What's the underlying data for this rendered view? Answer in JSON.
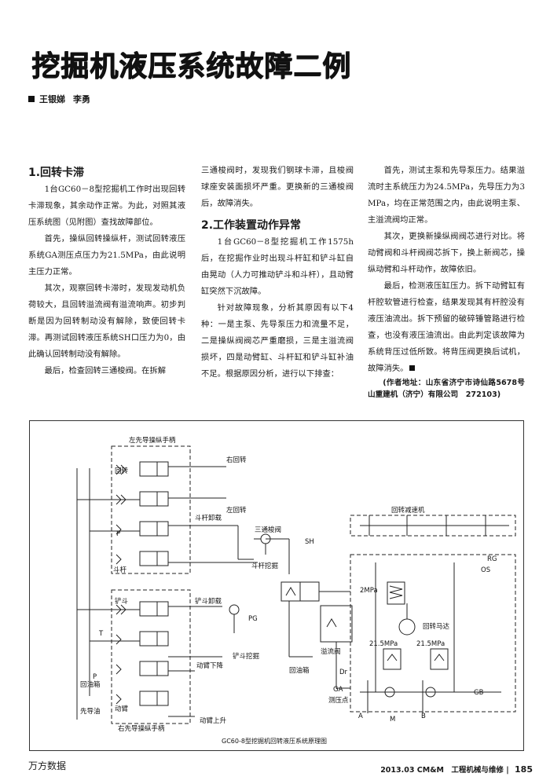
{
  "title": "挖掘机液压系统故障二例",
  "authors": [
    "王银娣",
    "李勇"
  ],
  "col1": {
    "heading": "1.回转卡滞",
    "p1": "1台GC60－8型挖掘机工作时出现回转卡滞现象，其余动作正常。为此，对照其液压系统图（见附图）查找故障部位。",
    "p2": "首先，操纵回转操纵杆，测试回转液压系统GA测压点压力为21.5MPa，由此说明主压力正常。",
    "p3": "其次，观察回转卡滞时，发现发动机负荷较大，且回转溢流阀有溢流响声。初步判断是因为回转制动没有解除，致使回转卡滞。再测试回转液压系统SH口压力为0，由此确认回转制动没有解除。",
    "p4": "最后，检查回转三通梭阀。在拆解"
  },
  "col2": {
    "p1": "三通梭阀时，发现我们钢球卡滞，且梭阀球座安装面损坏严重。更换新的三通梭阀后，故障消失。",
    "heading": "2.工作装置动作异常",
    "p2": "1台GC60－8型挖掘机工作1575h后，在挖掘作业时出现斗杆缸和铲斗缸自由晃动（人力可推动铲斗和斗杆），且动臂缸突然下沉故障。",
    "p3": "针对故障现象，分析其原因有以下4种：一是主泵、先导泵压力和流量不足，二是操纵阀阀芯严重磨损，三是主溢流阀损坏，四是动臂缸、斗杆缸和铲斗缸补油不足。根据原因分析，进行以下排查："
  },
  "col3": {
    "p1": "首先，测试主泵和先导泵压力。结果溢流时主系统压力为24.5MPa，先导压力为3 MPa，均在正常范围之内，由此说明主泵、主溢流阀均正常。",
    "p2": "其次，更换新操纵阀阀芯进行对比。将动臂阀和斗杆阀阀芯拆下，换上新阀芯，操纵动臂和斗杆动作，故障依旧。",
    "p3": "最后，检测液压缸压力。拆下动臂缸有杆腔软管进行检查，结果发现其有杆腔没有液压油流出。拆下预留的破碎锤管路进行检查，也没有液压油流出。由此判定该故障为系统背压过低所致。将背压阀更换后试机，故障消失。",
    "address": "(作者地址：山东省济宁市诗仙路5678号　山重建机（济宁）有限公司　272103)"
  },
  "figure": {
    "caption": "GC60-8型挖掘机回转液压系统原理图",
    "labels": {
      "left_pilot": "左先导操纵手柄",
      "right_pilot": "右先导操纵手柄",
      "huizhuan": "回转",
      "you_huizhuan": "右回转",
      "zuo_huizhuan": "左回转",
      "dougan_xiezai": "斗杆卸载",
      "dougan": "斗杆",
      "santong": "三通梭阀",
      "dougan_wajue": "斗杆挖掘",
      "chandou": "铲斗",
      "chandou_xiezai": "铲斗卸载",
      "chandou_wajue": "铲斗挖掘",
      "dongbi_xiajiang": "动臂下降",
      "dongbi": "动臂",
      "dongbi_shangsheng": "动臂上升",
      "huiyouxiang_left": "回油箱",
      "xiandaoyou": "先导油",
      "huiyouxiang": "回油箱",
      "yiliufa": "溢流阀",
      "jiansuji": "回转减速机",
      "mada": "回转马达",
      "cheyadian": "测压点",
      "sh": "SH",
      "p_top": "P",
      "p_bottom": "P",
      "t": "T",
      "pg": "PG",
      "rg": "RG",
      "os": "OS",
      "mpa2": "2MPa",
      "mpa_a": "21.5MPa",
      "mpa_b": "21.5MPa",
      "dr": "Dr",
      "ga": "GA",
      "gb": "GB",
      "a": "A",
      "m": "M",
      "b": "B"
    }
  },
  "footer": {
    "left": "万方数据",
    "right": "2013.03 CM&M　工程机械与维修",
    "page": "185"
  }
}
